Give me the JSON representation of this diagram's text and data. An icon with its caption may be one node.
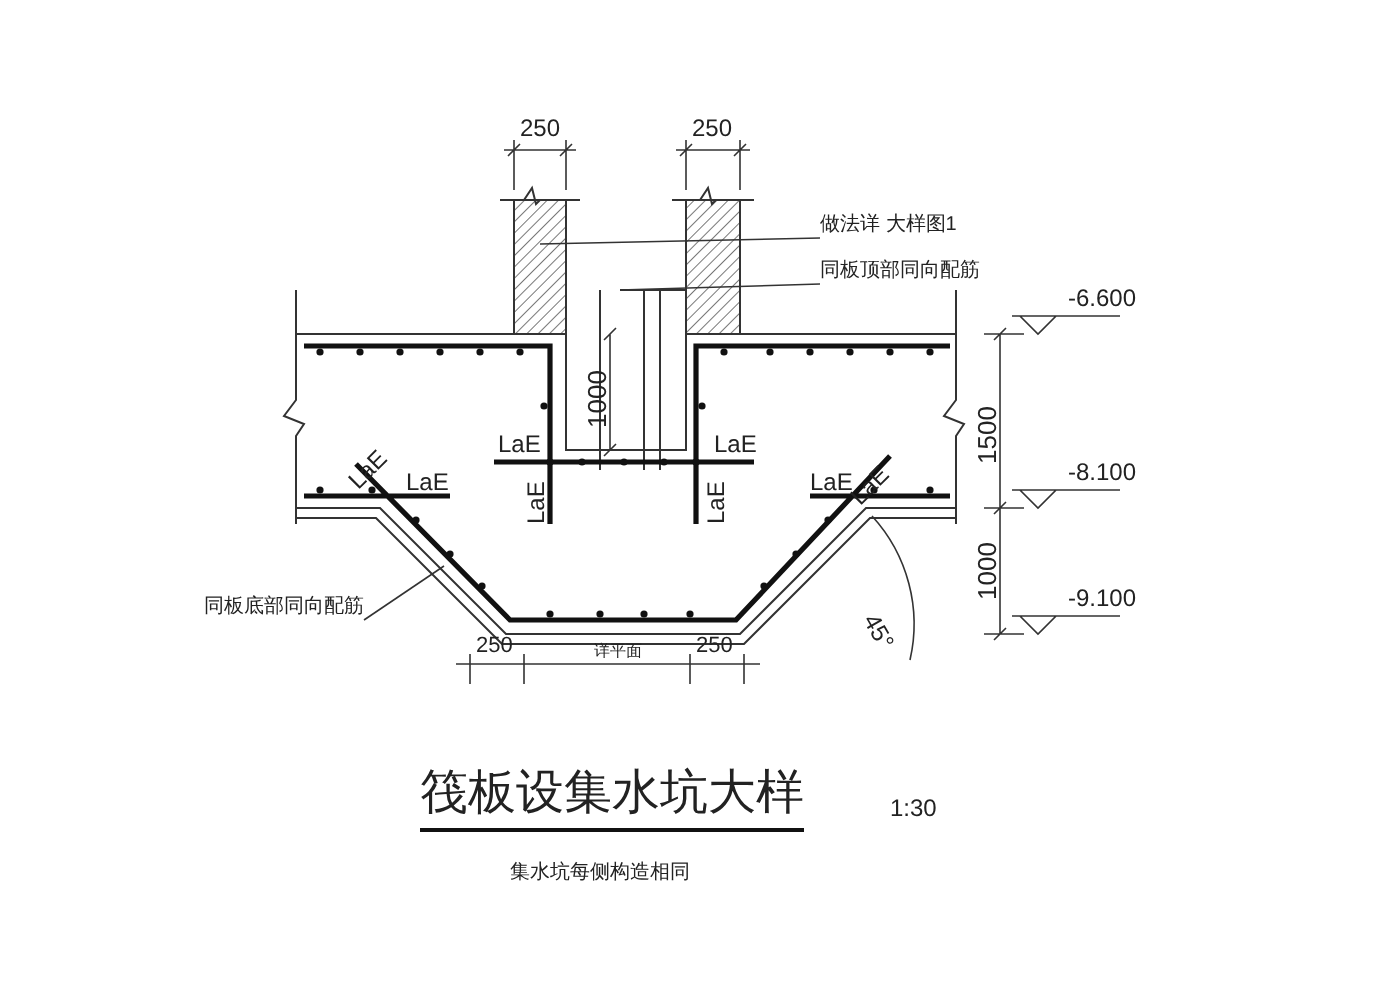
{
  "diagram": {
    "title": "筏板设集水坑大样",
    "nodes": [
      {
        "text": [
          "做法详 大样图1"
        ]
      },
      {
        "text": [
          "同板顶部同向配筋"
        ]
      },
      {
        "text": [
          "同板底部同向配筋"
        ]
      }
    ],
    "edges": [
      {
        "from": 0,
        "to": null,
        "arrow": "none"
      },
      {
        "from": 1,
        "to": null,
        "arrow": "none"
      },
      {
        "from": 2,
        "to": null,
        "arrow": "none"
      }
    ],
    "labels": [
      "250",
      "250",
      "-6.600",
      "1000",
      "1500",
      "LaE",
      "LaE",
      "LaE",
      "LaE",
      "LaE",
      "LaE",
      "LaE",
      "LaE",
      "-8.100",
      "1000",
      "45°",
      "-9.100",
      "250",
      "详平面",
      "250",
      "1:30",
      "集水坑每侧构造相同"
    ]
  }
}
